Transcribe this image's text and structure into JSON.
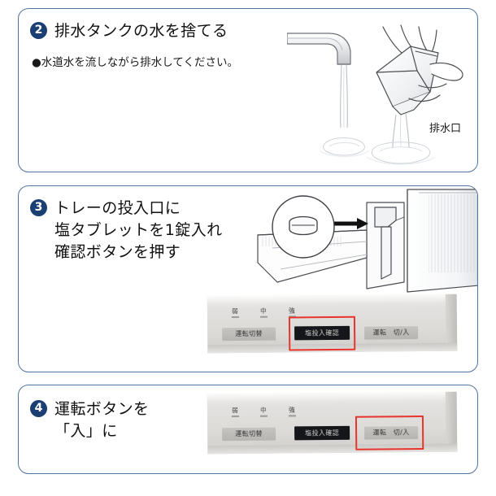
{
  "document": {
    "type": "appliance-instruction-manual-steps",
    "language": "ja",
    "background_color": "#ffffff",
    "panel_border_color": "#51739e",
    "badge_color": "#1b3f72",
    "highlight_color": "#e8342c"
  },
  "steps": [
    {
      "number": "❶",
      "number_plain": "2",
      "heading_lines": [
        "排水タンクの水を捨てる"
      ],
      "note": "●水道水を流しながら排水してください。",
      "illustration": {
        "name": "faucet-and-hands-emptying-tank",
        "callout_label": "排水口"
      }
    },
    {
      "number": "❸",
      "number_plain": "3",
      "heading_lines": [
        "トレーの投入口に",
        "塩タブレットを1錠入れ",
        "確認ボタンを押す"
      ],
      "note": "",
      "illustration": {
        "name": "machine-tray-slot-with-salt-tablet-inset"
      },
      "control_panel": {
        "mode_marks": [
          {
            "label": "弱"
          },
          {
            "label": "中"
          },
          {
            "label": "強"
          }
        ],
        "buttons": [
          {
            "label": "運転切替",
            "style": "light",
            "highlighted": false
          },
          {
            "label": "塩投入確認",
            "style": "dark",
            "highlighted": true
          },
          {
            "label": "運転　切/入",
            "style": "light",
            "highlighted": false
          }
        ]
      }
    },
    {
      "number": "❹",
      "number_plain": "4",
      "heading_lines": [
        "運転ボタンを",
        "「入」に"
      ],
      "note": "",
      "control_panel": {
        "mode_marks": [
          {
            "label": "弱"
          },
          {
            "label": "中"
          },
          {
            "label": "強"
          }
        ],
        "buttons": [
          {
            "label": "運転切替",
            "style": "light",
            "highlighted": false
          },
          {
            "label": "塩投入確認",
            "style": "dark",
            "highlighted": false
          },
          {
            "label": "運転　切/入",
            "style": "light",
            "highlighted": true
          }
        ]
      }
    }
  ]
}
